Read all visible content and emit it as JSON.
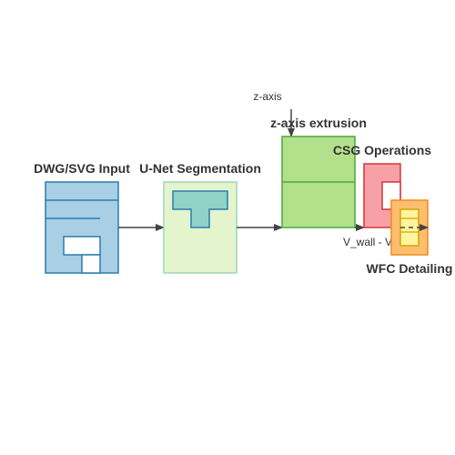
{
  "stages": {
    "input": {
      "label": "DWG/SVG Input"
    },
    "segmentation": {
      "label": "U-Net Segmentation"
    },
    "extrusion": {
      "label": "z-axis extrusion",
      "axis_label": "z-axis"
    },
    "csg": {
      "label": "CSG Operations",
      "formula": "V_wall - V"
    },
    "wfc": {
      "label": "WFC Detailing"
    }
  },
  "colors": {
    "input_fill": "#a8cfe3",
    "input_stroke": "#2b7bb4",
    "seg_fill": "#e4f5cd",
    "seg_stroke": "#9dd6b7",
    "t_fill": "#8fd3c7",
    "t_stroke": "#2b7bb4",
    "extr_fill": "#b3e08a",
    "extr_stroke": "#4aa83a",
    "csg_fill": "#f7a0a5",
    "csg_stroke": "#d6363f",
    "wfc_fill": "#fdbe70",
    "wfc_stroke": "#f08a1c",
    "wfc_inner_fill": "#fcf5a0",
    "wfc_inner_stroke": "#d9a400",
    "arrow": "#444444"
  }
}
